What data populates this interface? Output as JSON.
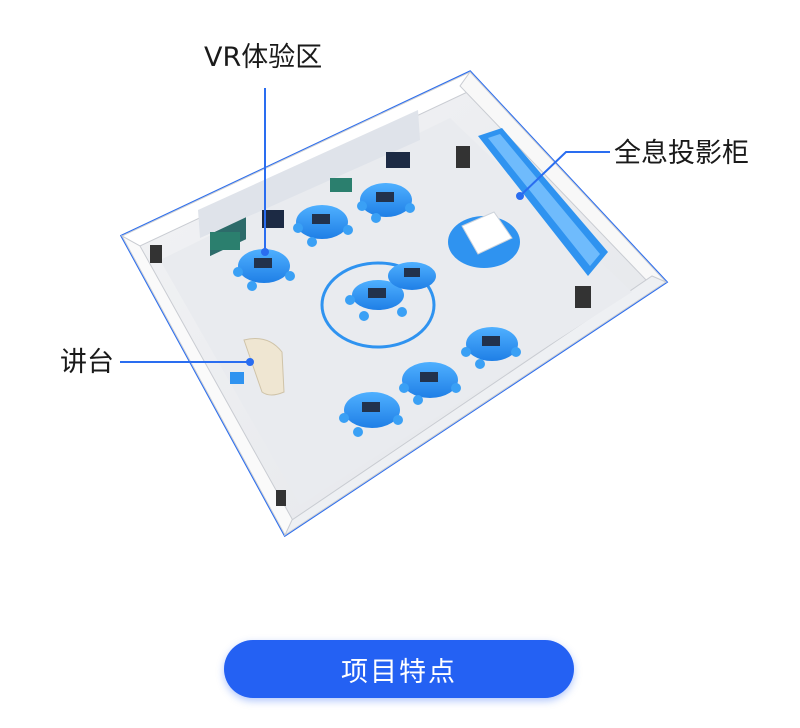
{
  "labels": {
    "vr_area": "VR体验区",
    "holo_cabinet": "全息投影柜",
    "podium": "讲台"
  },
  "button": {
    "features": "项目特点"
  },
  "colors": {
    "accent": "#2461f3",
    "furniture_blue": "#2f93f0",
    "wall_outline": "#2a6df0"
  }
}
